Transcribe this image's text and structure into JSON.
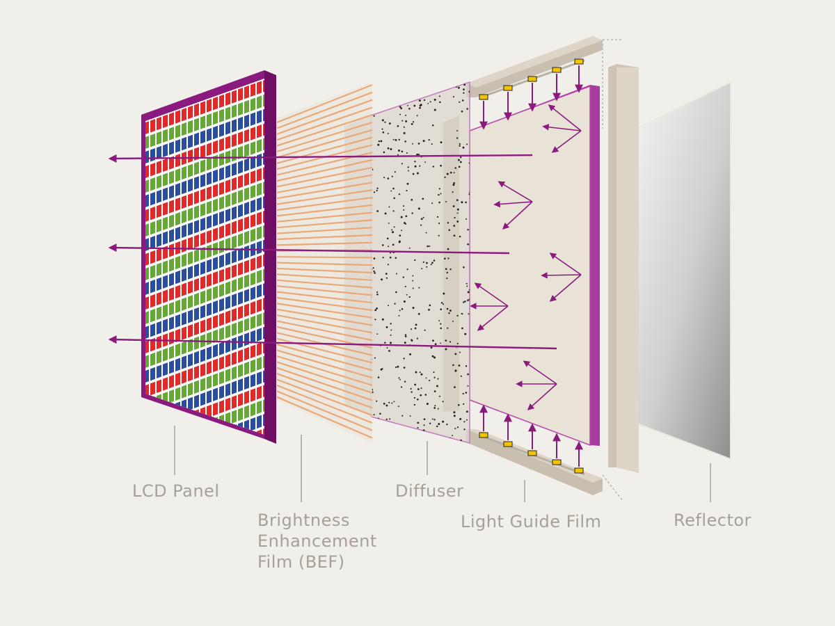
{
  "labels": {
    "lcd_panel": "LCD Panel",
    "bef_line1": "Brightness",
    "bef_line2": "Enhancement",
    "bef_line3": "Film (BEF)",
    "diffuser": "Diffuser",
    "light_guide_film": "Light Guide Film",
    "reflector": "Reflector"
  },
  "colors": {
    "background": "#f1efe9",
    "lcd_frame": "#8b1a7e",
    "subpixel_red": "#e02a2a",
    "subpixel_green": "#66a836",
    "subpixel_blue": "#2a4e9c",
    "bef_ridges": "#e9a877",
    "arrow": "#8b1a7e",
    "label_text": "#a7a097",
    "led": "#f5c400"
  },
  "icons": {
    "arrow": "arrow-icon",
    "led": "led-icon"
  }
}
